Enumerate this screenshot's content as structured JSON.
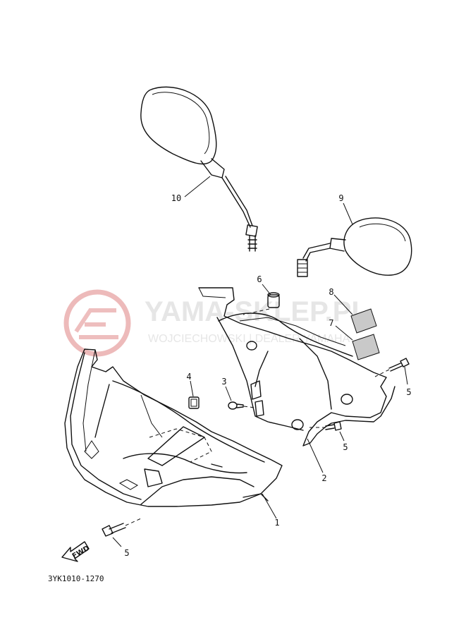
{
  "watermark": {
    "title": "YAMA-SKLEP.PL",
    "subtitle": "WOJCIECHOWSKI | DEALER YAMAHA"
  },
  "callouts": {
    "c1": "1",
    "c2": "2",
    "c3": "3",
    "c4": "4",
    "c5a": "5",
    "c5b": "5",
    "c5c": "5",
    "c6": "6",
    "c7": "7",
    "c8": "8",
    "c9": "9",
    "c10": "10"
  },
  "fwd_label": "FWD",
  "diagram_code": "3YK1010-1270",
  "colors": {
    "watermark_logo": "#e7a3a3",
    "line": "#111111"
  }
}
